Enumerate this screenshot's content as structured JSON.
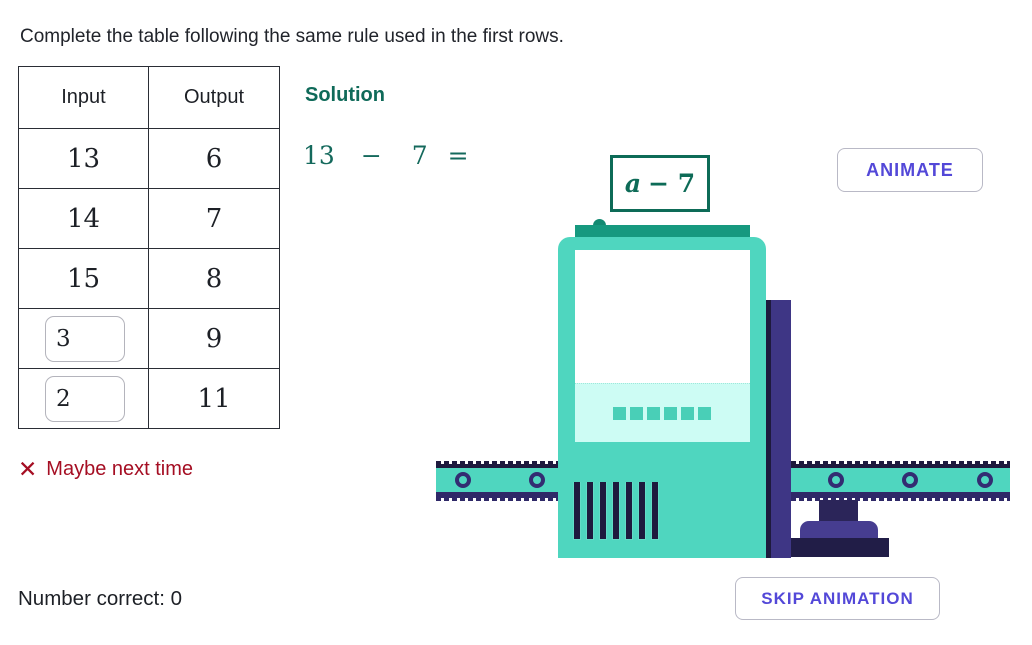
{
  "title": "Complete the table following the same rule used in the first rows.",
  "table": {
    "headers": [
      "Input",
      "Output"
    ],
    "rows": [
      {
        "input": "13",
        "output": "6",
        "input_editable": false
      },
      {
        "input": "14",
        "output": "7",
        "input_editable": false
      },
      {
        "input": "15",
        "output": "8",
        "input_editable": false
      },
      {
        "input": "3",
        "output": "9",
        "input_editable": true
      },
      {
        "input": "2",
        "output": "11",
        "input_editable": true
      }
    ]
  },
  "feedback": {
    "icon": "x-icon",
    "icon_glyph": "✕",
    "text": "Maybe next time"
  },
  "score_label": "Number correct: 0",
  "solution": {
    "heading": "Solution",
    "equation": {
      "operand1": "13",
      "operator": "−",
      "operand2": "7",
      "equals": "="
    }
  },
  "machine": {
    "rule": {
      "variable": "a",
      "expression": "− 7"
    },
    "indicator_squares": 6,
    "vent_bars": 7
  },
  "buttons": {
    "animate": "ANIMATE",
    "skip": "SKIP ANIMATION"
  },
  "colors": {
    "accent_green": "#0d6b57",
    "equation_green": "#14695c",
    "error_red": "#a50e23",
    "button_purple": "#5348d8",
    "machine_teal": "#4fd6bf",
    "machine_mint": "#cdfcf4",
    "machine_dark_green": "#16997f",
    "machine_indigo": "#3e3685",
    "machine_deep_navy": "#1e1a3e"
  }
}
